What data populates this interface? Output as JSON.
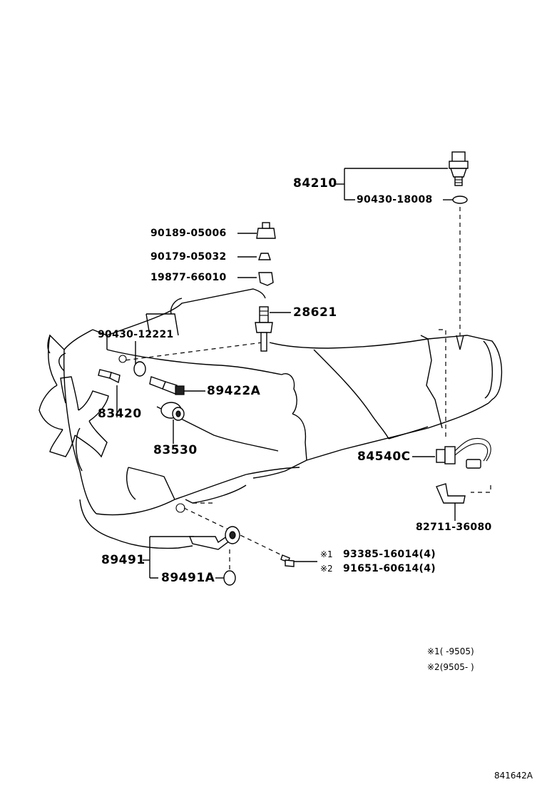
{
  "parts": {
    "p84210": "84210",
    "p90430_18008": "90430-18008",
    "p90189_05006": "90189-05006",
    "p90179_05032": "90179-05032",
    "p19877_66010": "19877-66010",
    "p28621": "28621",
    "p90430_12221": "90430-12221",
    "p89422A": "89422A",
    "p83420": "83420",
    "p83530": "83530",
    "p84540C": "84540C",
    "p82711_36080": "82711-36080",
    "p89491": "89491",
    "p89491A": "89491A",
    "p93385": "93385-16014(4)",
    "p91651": "91651-60614(4)"
  },
  "marks": {
    "m1": "※1",
    "m2": "※2"
  },
  "notes": {
    "note1": "※1(      -9505)",
    "note2": "※2(9505-      )"
  },
  "diagram_id": "841642A"
}
